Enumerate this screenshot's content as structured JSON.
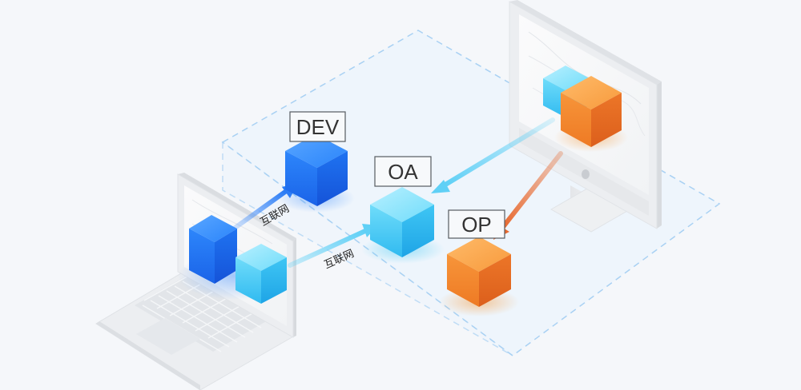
{
  "nodes": {
    "dev": {
      "label": "DEV"
    },
    "oa": {
      "label": "OA"
    },
    "op": {
      "label": "OP"
    }
  },
  "links": {
    "laptop_to_dev": {
      "label": "互联网"
    },
    "laptop_to_oa": {
      "label": "互联网"
    }
  },
  "colors": {
    "background": "#f5f7fa",
    "zone_fill": "#eef5fc",
    "zone_border": "#a9d1f3",
    "blue_cube": "#1f7bf6",
    "cyan_cube": "#38c6f2",
    "orange_cube": "#f08a2c",
    "cyan_arrow": "#5fd0f6",
    "orange_arrow": "#e8692f",
    "device_body": "#e9ecef"
  }
}
